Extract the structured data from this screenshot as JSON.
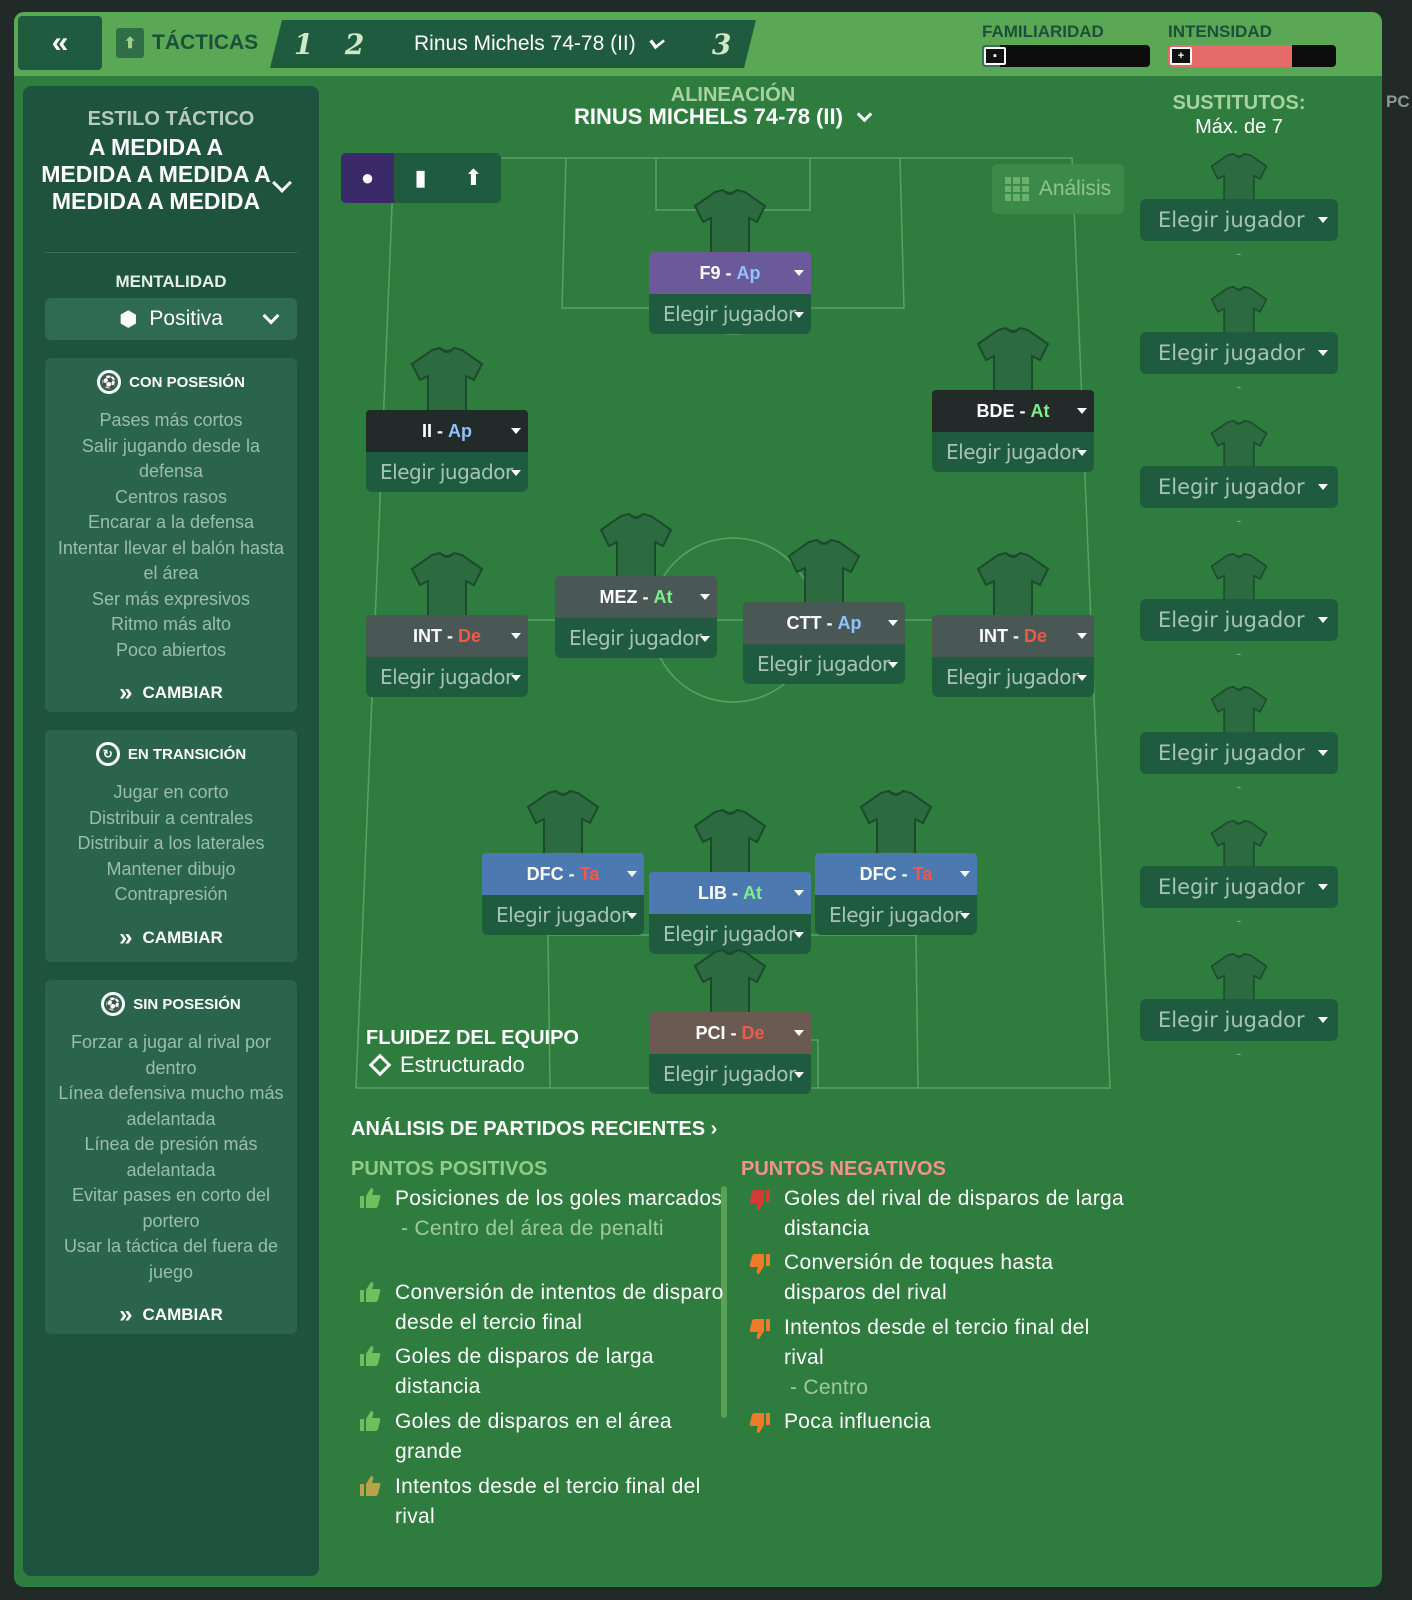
{
  "header": {
    "back_icon": "«",
    "tactics_label": "TÁCTICAS",
    "slot1": "1",
    "slot2": "2",
    "tactic_name": "Rinus Michels 74-78 (II)",
    "slot3": "3",
    "familiaridad_label": "FAMILIARIDAD",
    "familiaridad_level": 0.11,
    "intensidad_label": "INTENSIDAD",
    "intensidad_level": 0.74,
    "right_cut_text": "PC"
  },
  "left": {
    "style_label": "ESTILO TÁCTICO",
    "style_name": "A MEDIDA A MEDIDA A MEDIDA A MEDIDA A MEDIDA",
    "mentality_label": "MENTALIDAD",
    "mentality_value": "Positiva",
    "cards": [
      {
        "title": "CON POSESIÓN",
        "items": [
          "Pases más cortos",
          "Salir jugando desde la defensa",
          "Centros rasos",
          "Encarar a la defensa",
          "Intentar llevar el balón hasta el área",
          "Ser más expresivos",
          "Ritmo más alto",
          "Poco abiertos"
        ],
        "button": "CAMBIAR"
      },
      {
        "title": "EN TRANSICIÓN",
        "items": [
          "Jugar en corto",
          "Distribuir a centrales",
          "Distribuir a los laterales",
          "Mantener dibujo",
          "Contrapresión"
        ],
        "button": "CAMBIAR"
      },
      {
        "title": "SIN POSESIÓN",
        "items": [
          "Forzar a jugar al rival por dentro",
          "Línea defensiva mucho más adelantada",
          "Línea de presión más adelantada",
          "Evitar pases en corto del portero",
          "Usar la táctica del fuera de juego"
        ],
        "button": "CAMBIAR"
      }
    ]
  },
  "lineup": {
    "label": "ALINEACIÓN",
    "name": "RINUS MICHELS 74-78 (II)",
    "analysis_label": "Análisis",
    "pick_text": "Elegir jugador",
    "slots": [
      {
        "pos": "F9",
        "duty": "Ap",
        "duty_color": "#8fc2ff",
        "bar": "#6b5a9a"
      },
      {
        "pos": "II",
        "duty": "Ap",
        "duty_color": "#8fc2ff",
        "bar": "#222a2a"
      },
      {
        "pos": "BDE",
        "duty": "At",
        "duty_color": "#7cf08b",
        "bar": "#222a2a"
      },
      {
        "pos": "MEZ",
        "duty": "At",
        "duty_color": "#7cf08b",
        "bar": "#4a5855"
      },
      {
        "pos": "INT",
        "duty": "De",
        "duty_color": "#f0584a",
        "bar": "#4a5855"
      },
      {
        "pos": "CTT",
        "duty": "Ap",
        "duty_color": "#8fc2ff",
        "bar": "#4a5855"
      },
      {
        "pos": "INT",
        "duty": "De",
        "duty_color": "#f0584a",
        "bar": "#4a5855"
      },
      {
        "pos": "DFC",
        "duty": "Ta",
        "duty_color": "#f0584a",
        "bar": "#4d79b1"
      },
      {
        "pos": "LIB",
        "duty": "At",
        "duty_color": "#7cf08b",
        "bar": "#4d79b1"
      },
      {
        "pos": "DFC",
        "duty": "Ta",
        "duty_color": "#f0584a",
        "bar": "#4d79b1"
      },
      {
        "pos": "PCI",
        "duty": "De",
        "duty_color": "#f0584a",
        "bar": "#6b5a52"
      }
    ],
    "fluidity_label": "FLUIDEZ DEL EQUIPO",
    "fluidity_value": "Estructurado"
  },
  "subs": {
    "title": "SUSTITUTOS:",
    "max": "Máx. de 7",
    "pick_text": "Elegir jugador",
    "empty": "-"
  },
  "analysis": {
    "title": "ANÁLISIS DE PARTIDOS RECIENTES",
    "positives_title": "PUNTOS POSITIVOS",
    "negatives_title": "PUNTOS NEGATIVOS",
    "positives": [
      {
        "text": "Posiciones de los goles marcados",
        "detail": "- Centro del área de penalti"
      },
      {
        "text": "Conversión de intentos de disparo desde el tercio final"
      },
      {
        "text": "Goles de disparos de larga distancia"
      },
      {
        "text": "Goles de disparos en el área grande"
      },
      {
        "text": "Intentos desde el tercio final del rival"
      }
    ],
    "negatives": [
      {
        "text": "Goles del rival de disparos de larga distancia"
      },
      {
        "text": "Conversión de toques hasta disparos del rival"
      },
      {
        "text": "Intentos desde el tercio final del rival",
        "detail": "- Centro"
      },
      {
        "text": "Poca influencia"
      }
    ]
  }
}
